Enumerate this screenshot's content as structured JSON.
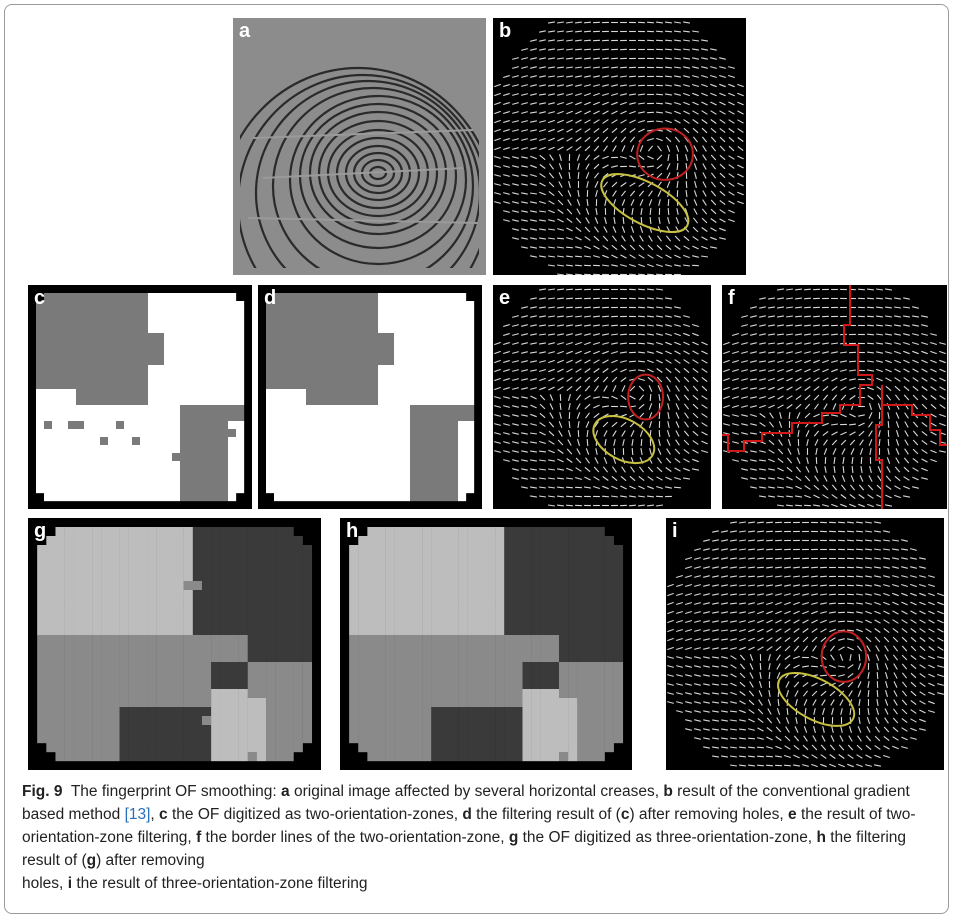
{
  "figure": {
    "label": "Fig. 9",
    "intro": "The fingerprint OF smoothing:",
    "items": [
      {
        "letter": "a",
        "text": "original image affected by several horizontal creases,"
      },
      {
        "letter": "b",
        "text": "result of the conventional gradient based method"
      },
      {
        "letter": "c",
        "text": "the OF digitized as two-orientation-zones,"
      },
      {
        "letter": "d",
        "text": "the filtering result of ("
      },
      {
        "letter": "e",
        "text": "the result of two-orientation-zone filtering,"
      },
      {
        "letter": "f",
        "text": "the border lines of the two-orientation-zone,"
      },
      {
        "letter": "g",
        "text": "the OF digitized as three-orientation-zone,"
      },
      {
        "letter": "h",
        "text": "the filtering result of ("
      },
      {
        "letter": "i",
        "text": "the result of three-orientation-zone filtering"
      }
    ],
    "citation": "[13]",
    "ref_c": "c",
    "ref_g": "g",
    "after_ref": ") after removing holes,",
    "after_ref_last": ") after removing",
    "holes_word": "holes,"
  },
  "panels": {
    "a": "a",
    "b": "b",
    "c": "c",
    "d": "d",
    "e": "e",
    "f": "f",
    "g": "g",
    "h": "h",
    "i": "i"
  },
  "colors": {
    "zone_gray": "#7a7a7a",
    "zone_white": "#ffffff",
    "ellipse_red": "#c02020",
    "ellipse_yellow": "#c8c040",
    "border_red": "#d01818",
    "cite_blue": "#2a6fb8"
  }
}
